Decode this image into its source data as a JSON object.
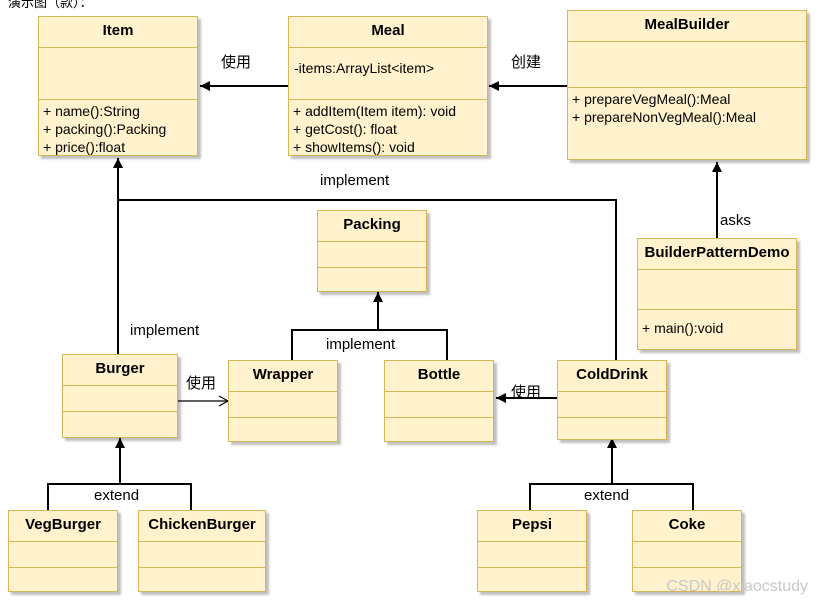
{
  "top_fragment": "演示图（款）：",
  "classes": {
    "item": {
      "name": "Item",
      "methods": [
        "+ name():String",
        "+ packing():Packing",
        "+ price():float"
      ]
    },
    "meal": {
      "name": "Meal",
      "attrs": [
        "-items:ArrayList<item>"
      ],
      "methods": [
        "+ addItem(Item item): void",
        "+ getCost(): float",
        "+ showItems(): void"
      ]
    },
    "mealbuilder": {
      "name": "MealBuilder",
      "methods": [
        "+ prepareVegMeal():Meal",
        "+ prepareNonVegMeal():Meal"
      ]
    },
    "packing": {
      "name": "Packing"
    },
    "demo": {
      "name": "BuilderPatternDemo",
      "methods": [
        "+ main():void"
      ]
    },
    "burger": {
      "name": "Burger"
    },
    "wrapper": {
      "name": "Wrapper"
    },
    "bottle": {
      "name": "Bottle"
    },
    "colddrink": {
      "name": "ColdDrink"
    },
    "vegburger": {
      "name": "VegBurger"
    },
    "chickenburger": {
      "name": "ChickenBurger"
    },
    "pepsi": {
      "name": "Pepsi"
    },
    "coke": {
      "name": "Coke"
    }
  },
  "labels": {
    "meal_item": "使用",
    "builder_meal": "创建",
    "implement_item": "implement",
    "implement_burger": "implement",
    "asks": "asks",
    "implement_packing": "implement",
    "burger_wrapper": "使用",
    "colddrink_bottle": "使用",
    "extend_burger": "extend",
    "extend_colddrink": "extend"
  },
  "watermark": "CSDN @xiaocstudy"
}
